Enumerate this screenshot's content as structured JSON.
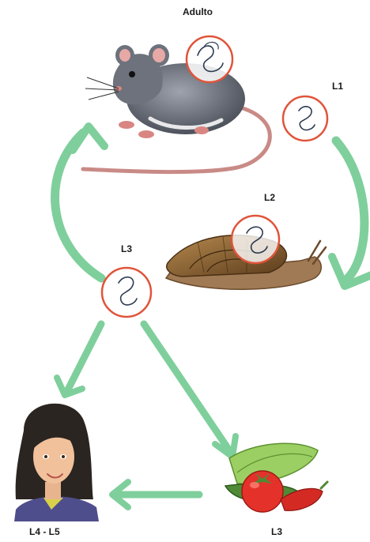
{
  "labels": {
    "adult": "Adulto",
    "l1": "L1",
    "l2": "L2",
    "l3_top": "L3",
    "l4_l5": "L4 - L5",
    "l3_bottom": "L3"
  },
  "colors": {
    "arrow": "#7fcf9c",
    "larva_ring": "#e0543a",
    "larva_fill": "#ffffff",
    "larva_stroke": "#2d3a50"
  },
  "icons": [
    "rat-icon",
    "snail-icon",
    "girl-icon",
    "vegetables-icon",
    "larva-icon"
  ]
}
